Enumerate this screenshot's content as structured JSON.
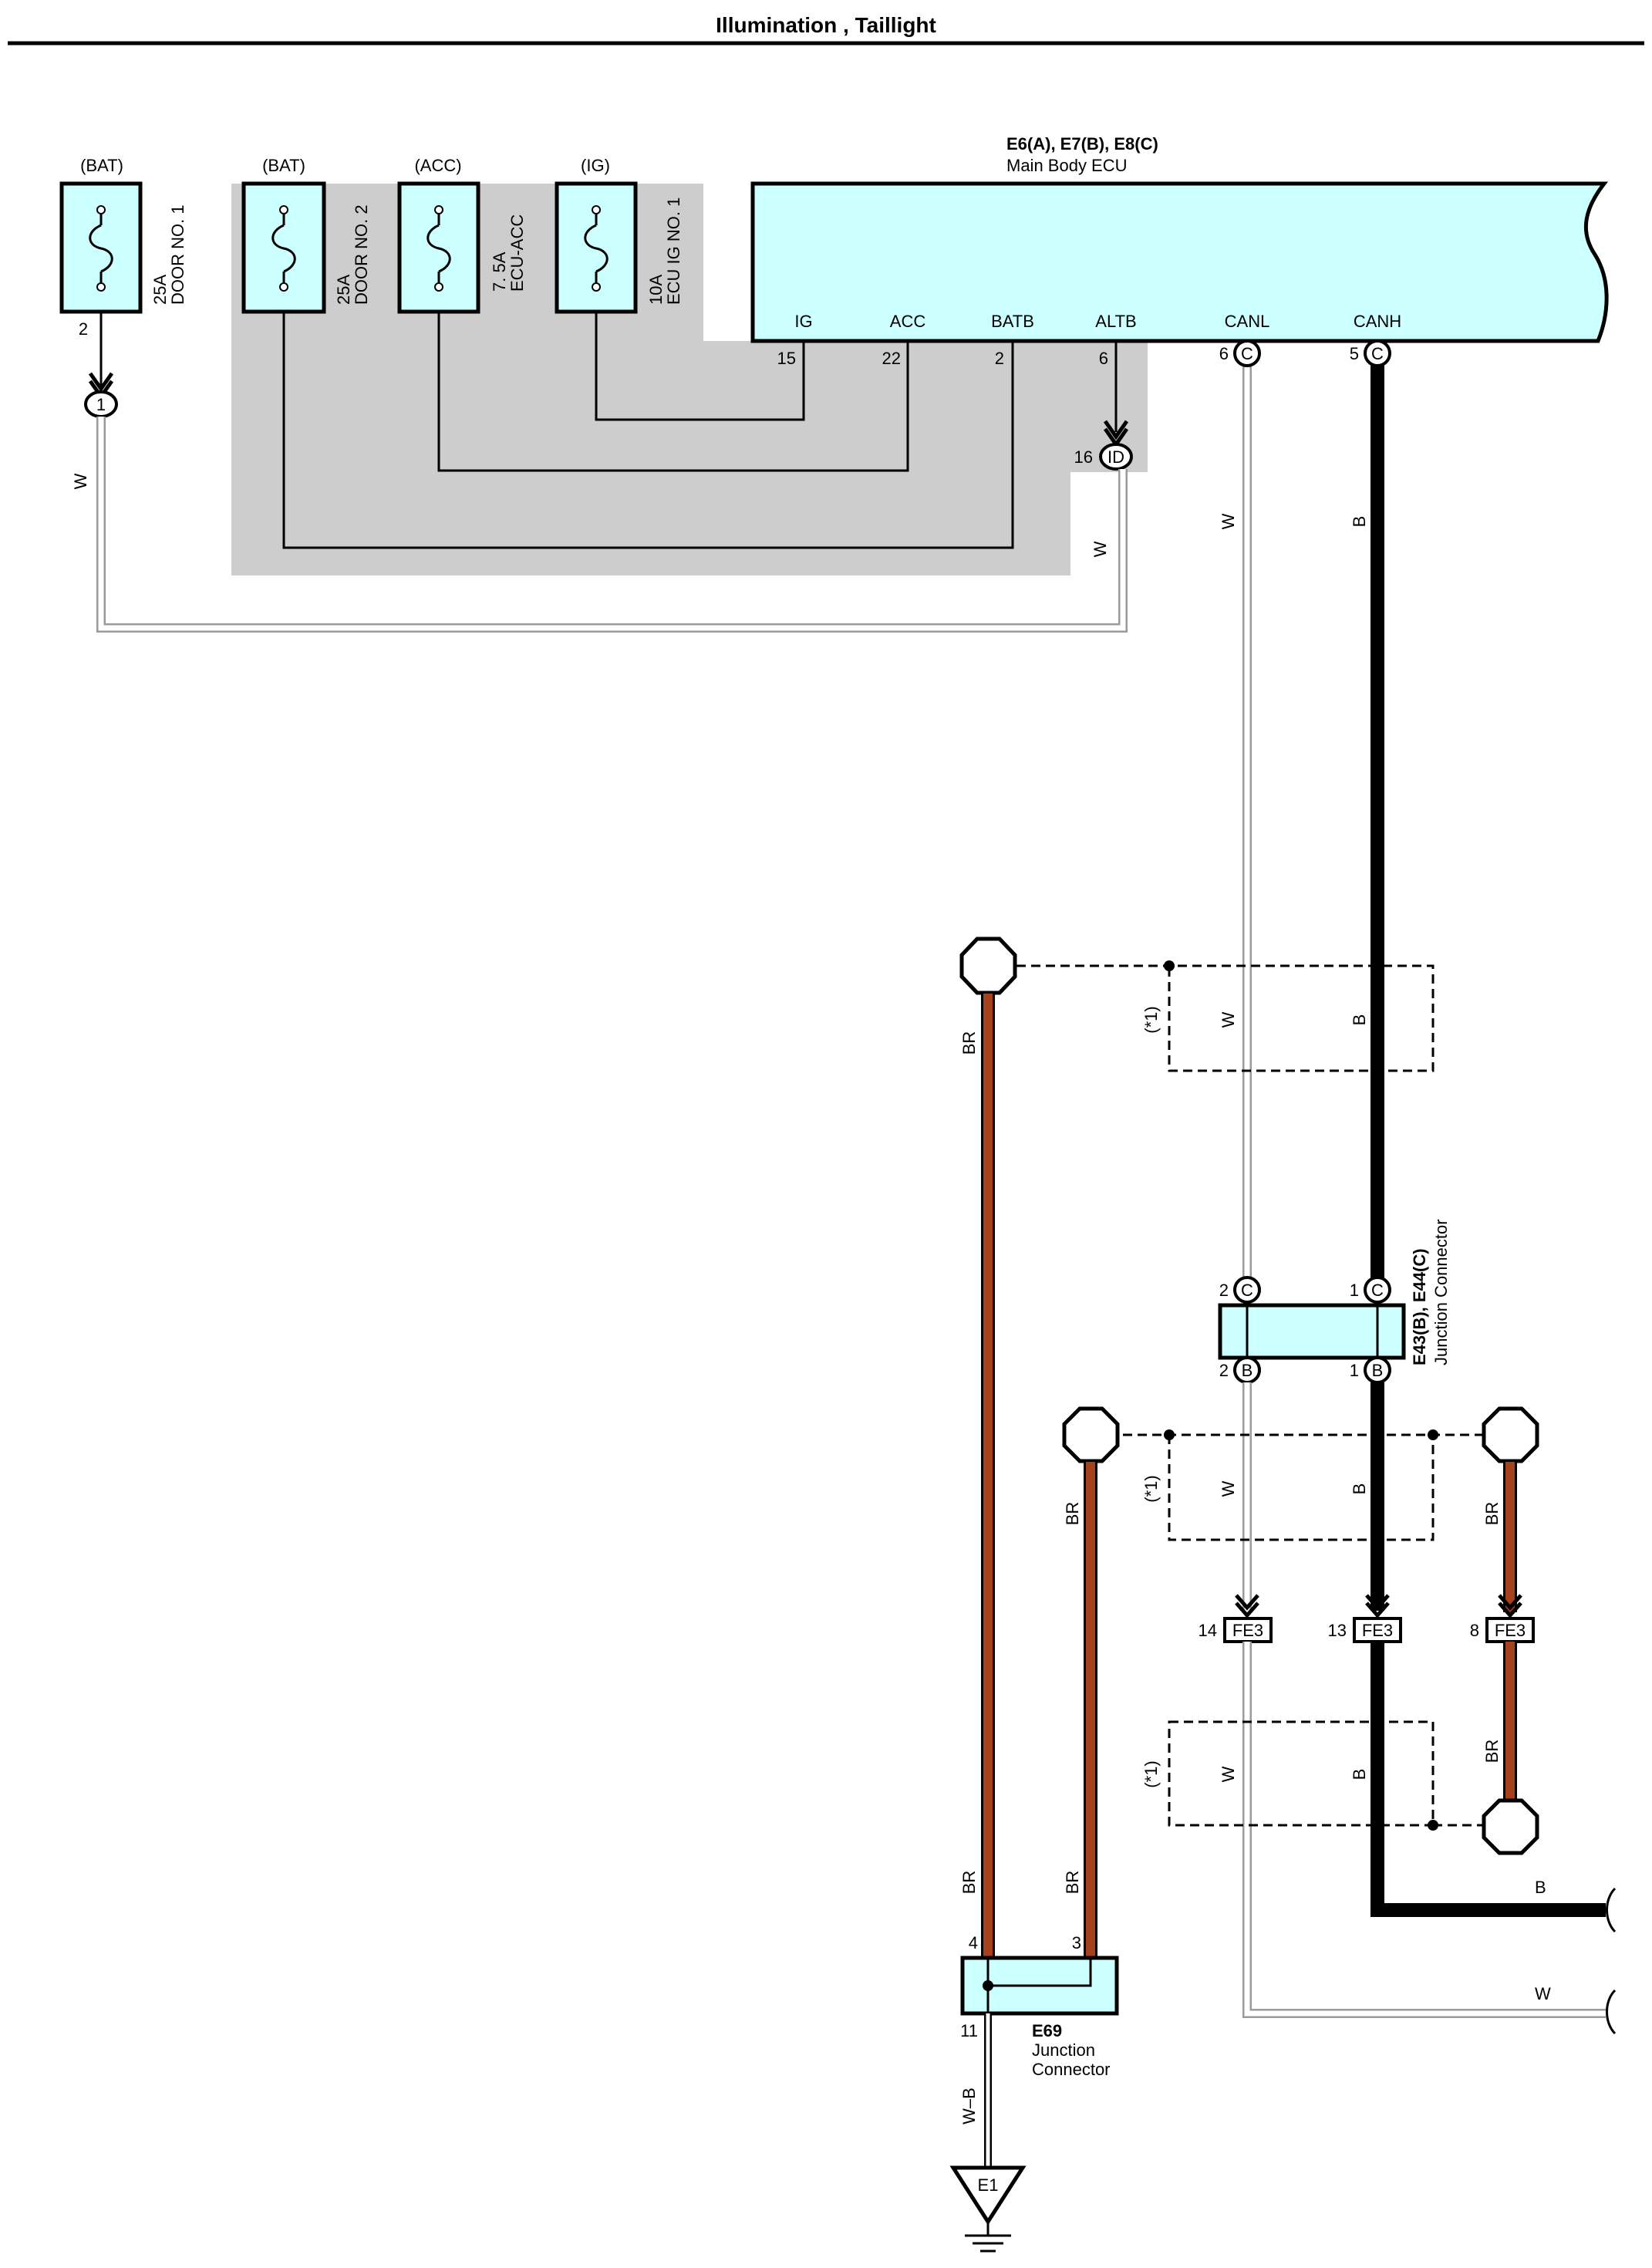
{
  "title": "Illumination , Taillight",
  "fuses": [
    {
      "source": "(BAT)",
      "rating": "25A",
      "name": "DOOR NO. 1",
      "pin": "2"
    },
    {
      "source": "(BAT)",
      "rating": "25A",
      "name": "DOOR NO. 2"
    },
    {
      "source": "(ACC)",
      "rating": "7. 5A",
      "name": "ECU-ACC"
    },
    {
      "source": "(IG)",
      "rating": "10A",
      "name": "ECU IG NO. 1"
    }
  ],
  "ecu": {
    "connectors": "E6(A), E7(B), E8(C)",
    "name": "Main Body ECU",
    "terminals": [
      {
        "label": "IG",
        "pin": "15"
      },
      {
        "label": "ACC",
        "pin": "22"
      },
      {
        "label": "BATB",
        "pin": "2"
      },
      {
        "label": "ALTB",
        "pin": "6"
      },
      {
        "label": "CANL",
        "pin": "6",
        "conn": "C"
      },
      {
        "label": "CANH",
        "pin": "5",
        "conn": "C"
      }
    ]
  },
  "inline_connectors": {
    "fuse_out": {
      "pin": "1"
    },
    "id": {
      "pin": "16",
      "label": "ID"
    }
  },
  "junction_e43": {
    "connectors": "E43(B), E44(C)",
    "name": "Junction Connector",
    "top_pins": [
      {
        "pin": "2",
        "conn": "C"
      },
      {
        "pin": "1",
        "conn": "C"
      }
    ],
    "bottom_pins": [
      {
        "pin": "2",
        "conn": "B"
      },
      {
        "pin": "1",
        "conn": "B"
      }
    ]
  },
  "fe3": [
    {
      "pin": "14",
      "label": "FE3"
    },
    {
      "pin": "13",
      "label": "FE3"
    },
    {
      "pin": "8",
      "label": "FE3"
    }
  ],
  "junction_e69": {
    "id": "E69",
    "name_line1": "Junction",
    "name_line2": "Connector",
    "pins": {
      "left": "4",
      "right": "3",
      "bottom": "11"
    }
  },
  "ground": {
    "label": "E1"
  },
  "wire_colors": {
    "white": "W",
    "black": "B",
    "brown": "BR",
    "white_black": "W–B"
  },
  "note_mark": "(*1)"
}
